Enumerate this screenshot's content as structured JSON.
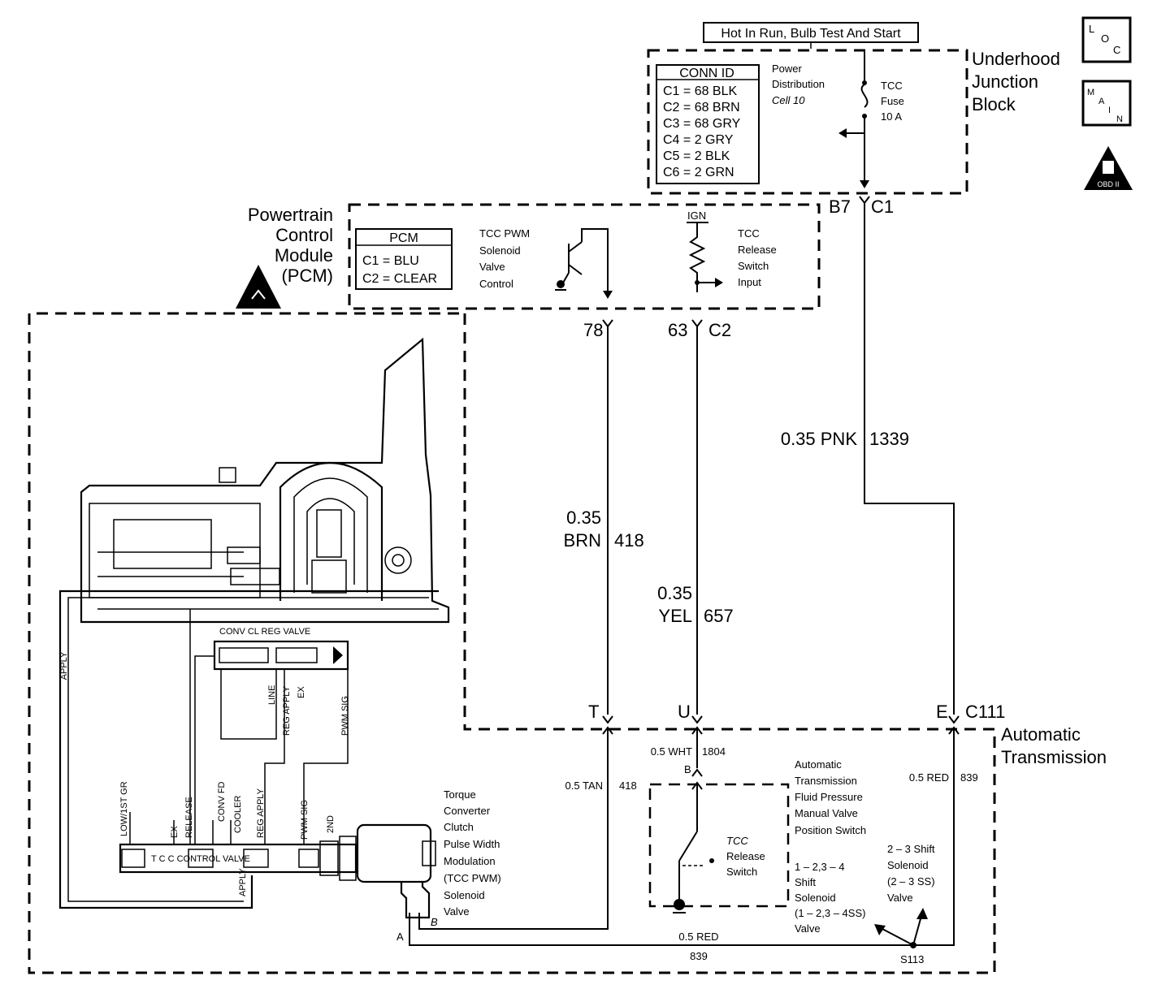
{
  "power": {
    "hot_label": "Hot In Run, Bulb Test And Start",
    "block_title": [
      "Underhood",
      "Junction",
      "Block"
    ],
    "conn_header": "CONN  ID",
    "conn_rows": [
      "C1 = 68 BLK",
      "C2 = 68 BRN",
      "C3 = 68 GRY",
      "C4 = 2 GRY",
      "C5 = 2 BLK",
      "C6 = 2 GRN"
    ],
    "dist_label": [
      "Power",
      "Distribution"
    ],
    "cell_label": "Cell 10",
    "fuse_label": [
      "TCC",
      "Fuse",
      "10 A"
    ],
    "pin_b7": "B7",
    "pin_c1": "C1"
  },
  "icons": {
    "loc": [
      "L",
      "O",
      "C"
    ],
    "main": [
      "M",
      "A",
      "I",
      "N"
    ],
    "obd": "OBD II"
  },
  "pcm": {
    "title": [
      "Powertrain",
      "Control",
      "Module",
      "(PCM)"
    ],
    "conn_header": "PCM",
    "conn_rows": [
      "C1 = BLU",
      "C2 = CLEAR"
    ],
    "pwm_label": [
      "TCC PWM",
      "Solenoid",
      "Valve",
      "Control"
    ],
    "ign_label": "IGN",
    "release_label": [
      "TCC",
      "Release",
      "Switch",
      "Input"
    ],
    "pin_78": "78",
    "pin_63": "63",
    "pin_c2": "C2"
  },
  "wires": {
    "pnk_gauge": "0.35 PNK",
    "pnk_circuit": "1339",
    "brn_gauge": "0.35",
    "brn_color": "BRN",
    "brn_circuit": "418",
    "yel_gauge": "0.35",
    "yel_color": "YEL",
    "yel_circuit": "657",
    "tan": "0.5 TAN",
    "tan_circuit": "418",
    "wht": "0.5 WHT",
    "wht_circuit": "1804",
    "red_right": "0.5 RED",
    "red_right_circuit": "839",
    "red_bottom": "0.5 RED",
    "red_bottom_circuit": "839"
  },
  "transmission": {
    "title": [
      "Automatic",
      "Transmission"
    ],
    "pin_t": "T",
    "pin_u": "U",
    "pin_e": "E",
    "conn_c111": "C111",
    "pin_b": "B",
    "pin_a": "A",
    "pin_b_sol": "B",
    "splice": "S113",
    "conv_valve": "CONV CL REG VALVE",
    "tcc_valve": "T C C  CONTROL VALVE",
    "apply_left": "APPLY",
    "apply_bottom": "APPLY",
    "port_labels": [
      "LOW/1ST GR",
      "EX",
      "RELEASE",
      "CONV FD",
      "COOLER",
      "REG APPLY",
      "PWM SIG",
      "2ND"
    ],
    "upper_port_labels": [
      "LINE",
      "REG APPLY",
      "EX",
      "PWM SIG"
    ],
    "solenoid_label": [
      "Torque",
      "Converter",
      "Clutch",
      "Pulse Width",
      "Modulation",
      "(TCC PWM)",
      "Solenoid",
      "Valve"
    ],
    "pressure_switch": [
      "Automatic",
      "Transmission",
      "Fluid Pressure",
      "Manual Valve",
      "Position Switch"
    ],
    "release_switch": [
      "TCC",
      "Release",
      "Switch"
    ],
    "shift_124": [
      "1 – 2,3 – 4",
      "Shift",
      "Solenoid",
      "(1 – 2,3 – 4SS)",
      "Valve"
    ],
    "shift_23": [
      "2 – 3 Shift",
      "Solenoid",
      "(2 – 3 SS)",
      "Valve"
    ]
  }
}
